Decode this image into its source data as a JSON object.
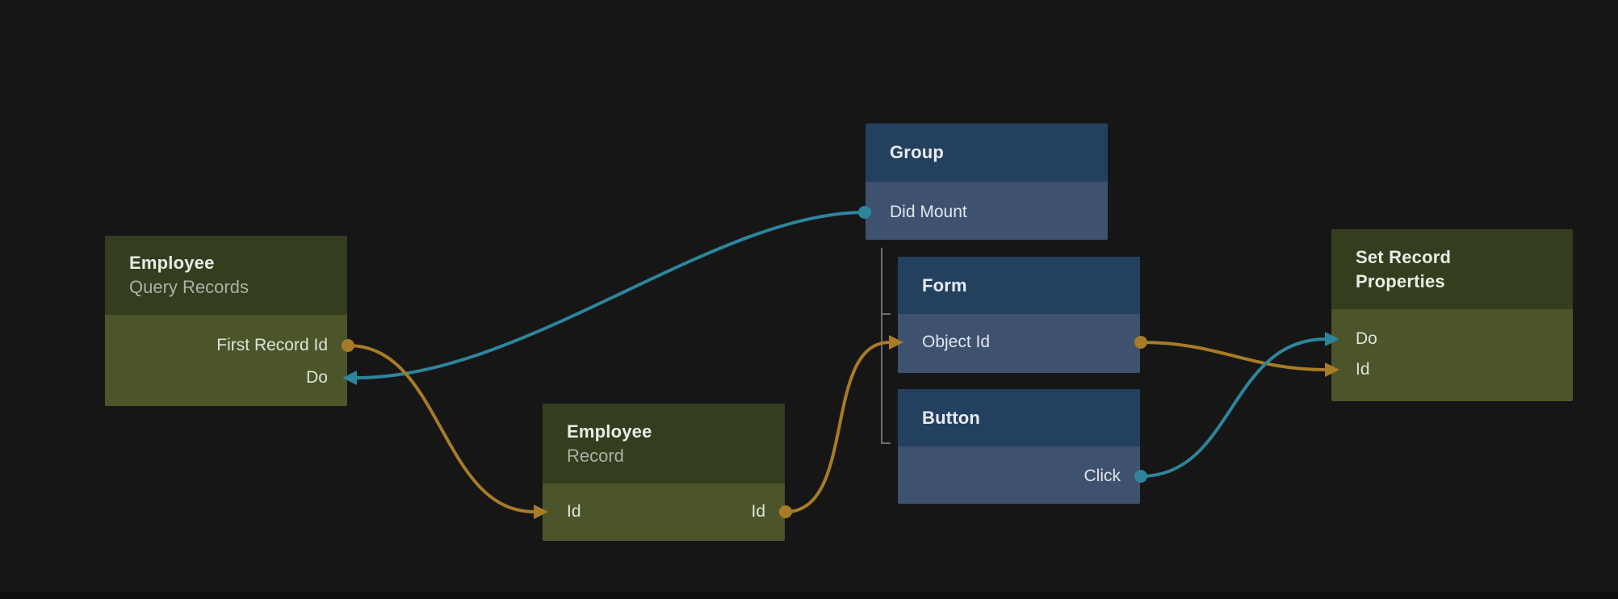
{
  "canvas": {
    "background": "#161616",
    "colors": {
      "green_header": "#343e1e",
      "green_body": "#4b5529",
      "blue_header": "#24405f",
      "blue_body": "#3e5270",
      "wire_orange": "#a87b26",
      "wire_teal": "#2e859b",
      "hierarchy_line": "#6f6f6f",
      "title_text": "#e9ece7",
      "subtitle_text": "#a9b2a4",
      "port_text": "#dfe3dc"
    }
  },
  "nodes": {
    "employee_query": {
      "title": "Employee",
      "subtitle": "Query Records",
      "ports": {
        "first_record_id": "First Record Id",
        "do": "Do"
      }
    },
    "group": {
      "title": "Group",
      "ports": {
        "did_mount": "Did Mount"
      }
    },
    "form": {
      "title": "Form",
      "ports": {
        "object_id": "Object Id"
      }
    },
    "button": {
      "title": "Button",
      "ports": {
        "click": "Click"
      }
    },
    "employee_record": {
      "title": "Employee",
      "subtitle": "Record",
      "ports": {
        "id_in": "Id",
        "id_out": "Id"
      }
    },
    "set_record_properties": {
      "title": "Set Record Properties",
      "ports": {
        "do": "Do",
        "id": "Id"
      }
    }
  },
  "connections": [
    {
      "from": "Group.Did Mount",
      "to": "Employee Query Records.Do",
      "color": "#2e859b"
    },
    {
      "from": "Employee Query Records.First Record Id",
      "to": "Employee Record.Id",
      "color": "#a87b26"
    },
    {
      "from": "Employee Record.Id",
      "to": "Form.Object Id",
      "color": "#a87b26"
    },
    {
      "from": "Form.Object Id",
      "to": "Set Record Properties.Id",
      "color": "#a87b26"
    },
    {
      "from": "Button.Click",
      "to": "Set Record Properties.Do",
      "color": "#2e859b"
    }
  ],
  "hierarchy": {
    "parent": "Group",
    "children": [
      "Form",
      "Button"
    ]
  }
}
